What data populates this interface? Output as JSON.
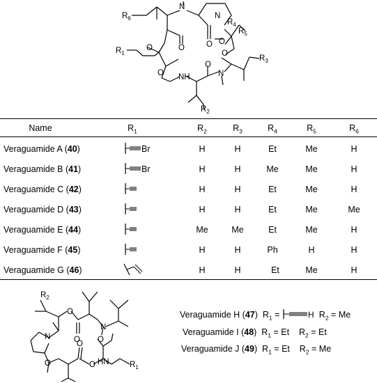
{
  "top_structure": {
    "labels": {
      "r6": "R6",
      "r4": "R4",
      "r5": "R5",
      "r1": "R1",
      "r3": "R3",
      "r2": "R2",
      "n": "N",
      "o": "O",
      "nh": "NH"
    }
  },
  "table": {
    "headers": {
      "name": "Name",
      "r1": "R1",
      "r2": "R2",
      "r3": "R3",
      "r4": "R4",
      "r5": "R5",
      "r6": "R6"
    },
    "rows": [
      {
        "name": "Veraguamide A",
        "num": "40",
        "r1": "≡–Br",
        "r2": "H",
        "r3": "H",
        "r4": "Et",
        "r5": "Me",
        "r6": "H"
      },
      {
        "name": "Veraguamide B",
        "num": "41",
        "r1": "≡–Br",
        "r2": "H",
        "r3": "H",
        "r4": "Me",
        "r5": "Me",
        "r6": "H"
      },
      {
        "name": "Veraguamide C",
        "num": "42",
        "r1": "≡",
        "r2": "H",
        "r3": "H",
        "r4": "Et",
        "r5": "Me",
        "r6": "H"
      },
      {
        "name": "Veraguamide D",
        "num": "43",
        "r1": "≡",
        "r2": "H",
        "r3": "H",
        "r4": "Et",
        "r5": "Me",
        "r6": "Me"
      },
      {
        "name": "Veraguamide E",
        "num": "44",
        "r1": "≡",
        "r2": "Me",
        "r3": "Me",
        "r4": "Et",
        "r5": "Me",
        "r6": "H"
      },
      {
        "name": "Veraguamide F",
        "num": "45",
        "r1": "≡",
        "r2": "H",
        "r3": "H",
        "r4": "Ph",
        "r5": "H",
        "r6": "H"
      },
      {
        "name": "Veraguamide G",
        "num": "46",
        "r1": "vinyl",
        "r2": "H",
        "r3": "H",
        "r4": "Et",
        "r5": "Me",
        "r6": "H"
      }
    ]
  },
  "bottom_structure": {
    "labels": {
      "r2": "R2",
      "r1": "R1",
      "n": "N",
      "o": "O",
      "hn": "HN"
    }
  },
  "bottom_list": [
    {
      "name": "Veraguamide H",
      "num": "47",
      "r1_text": "",
      "r1_alkyne_end": "H",
      "r2_text": "Me"
    },
    {
      "name": "Veraguamide I",
      "num": "48",
      "r1_text": "Et",
      "r2_text": "Et"
    },
    {
      "name": "Veraguamide J",
      "num": "49",
      "r1_text": "Et",
      "r2_text": "Me"
    }
  ],
  "symbols": {
    "r": "R",
    "eq": "=",
    "br": "Br"
  }
}
